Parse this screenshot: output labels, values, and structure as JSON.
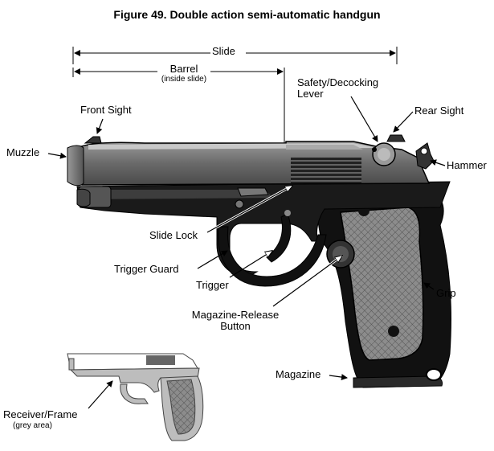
{
  "title": "Figure 49. Double action semi-automatic handgun",
  "labels": {
    "slide": "Slide",
    "barrel": "Barrel",
    "barrel_note": "(inside slide)",
    "front_sight": "Front Sight",
    "safety_line1": "Safety/Decocking",
    "safety_line2": "Lever",
    "rear_sight": "Rear Sight",
    "muzzle": "Muzzle",
    "hammer": "Hammer",
    "slide_lock": "Slide Lock",
    "trigger_guard": "Trigger Guard",
    "trigger": "Trigger",
    "grip": "Grip",
    "mag_release_line1": "Magazine-Release",
    "mag_release_line2": "Button",
    "magazine": "Magazine",
    "receiver_line1": "Receiver/Frame",
    "receiver_note": "(grey area)"
  },
  "colors": {
    "slide_fill": "#6e6e6e",
    "slide_light": "#b5b5b5",
    "frame_fill": "#1a1a1a",
    "grip_panel": "#8c8c8c",
    "receiver_grey": "#bdbdbd",
    "outline": "#000000"
  }
}
